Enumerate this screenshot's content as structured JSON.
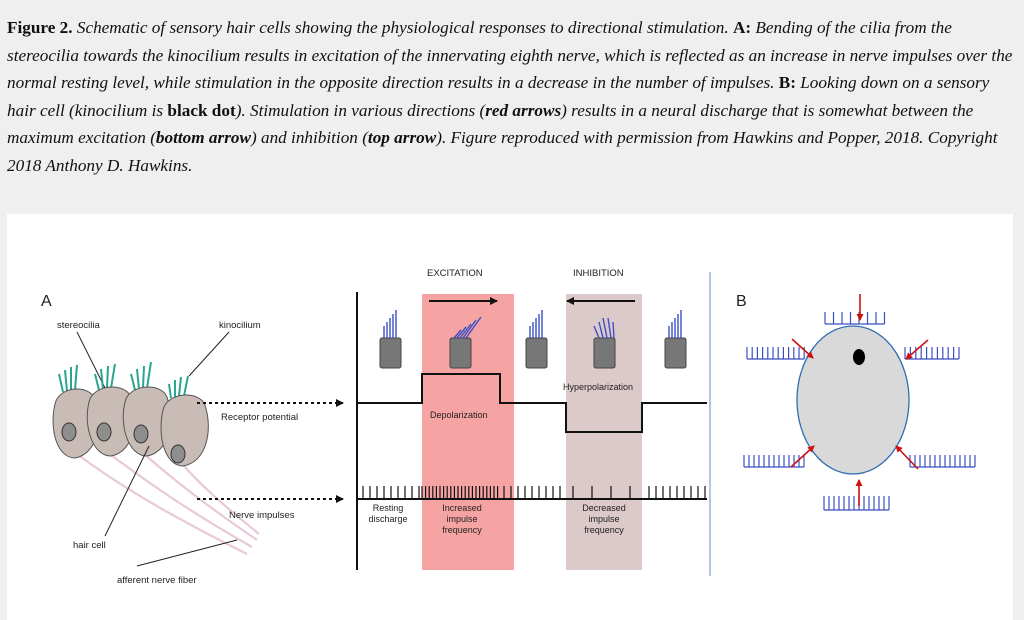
{
  "caption": {
    "label": "Figure 2.",
    "t1": " Schematic of sensory hair cells showing the physiological responses to directional stimulation. ",
    "a_label": "A:",
    "t2": " Bending of the cilia from the stereocilia towards the kinocilium results in excitation of the innervating eighth nerve, which is reflected as an increase in nerve impulses over the normal resting level, while stimulation in the opposite direction results in a decrease in the number of impulses. ",
    "b_label": "B:",
    "t3": " Looking down on a sensory hair cell (kinocilium is ",
    "black_dot": "black dot",
    "t4": "). Stimulation in various directions (",
    "red_arrows": "red arrows",
    "t5": ") results in a neural discharge that is somewhat between the maximum excitation (",
    "bottom_arrow": "bottom arrow",
    "t6": ") and inhibition (",
    "top_arrow": "top arrow",
    "t7": "). Figure reproduced with permission from Hawkins and Popper, 2018. Copyright 2018 Anthony D. Hawkins."
  },
  "panel_a": {
    "label": "A",
    "stereocilia": "stereocilia",
    "kinocilium": "kinocilium",
    "receptor_potential": "Receptor potential",
    "nerve_impulses": "Nerve impulses",
    "hair_cell": "hair cell",
    "afferent_nerve_fiber": "afferent nerve fiber",
    "excitation": "EXCITATION",
    "inhibition": "INHIBITION",
    "hyperpolarization": "Hyperpolarization",
    "depolarization": "Depolarization",
    "resting_1": "Resting",
    "resting_2": "discharge",
    "inc_1": "Increased",
    "inc_2": "impulse",
    "inc_3": "frequency",
    "dec_1": "Decreased",
    "dec_2": "impulse",
    "dec_3": "frequency"
  },
  "panel_b": {
    "label": "B"
  },
  "colors": {
    "excitation_band": "#f6a3a3",
    "inhibition_band": "#dcc9c9",
    "cilia_blue": "#3b4fc4",
    "cell_fill": "#d9d9d9",
    "cell_edge": "#2f6db5",
    "arrow_red": "#cc1111",
    "hair_cell_fill": "#c9bcb6",
    "hair_cilia_teal": "#2aa58f"
  }
}
